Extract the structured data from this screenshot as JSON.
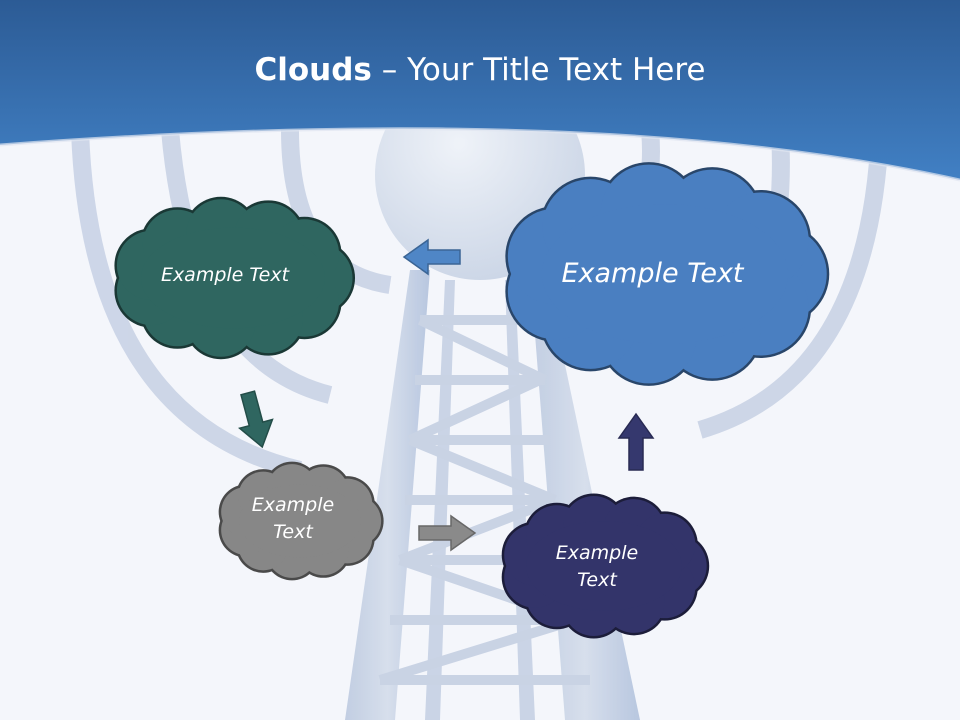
{
  "slide": {
    "title_bold": "Clouds",
    "title_dash": "–",
    "title_rest": "Your Title Text Here"
  },
  "clouds": [
    {
      "label": "Example Text",
      "color": "#2f6660"
    },
    {
      "label": "Example Text",
      "color": "#4a7fc1"
    },
    {
      "label_line1": "Example",
      "label_line2": "Text",
      "color": "#878787"
    },
    {
      "label_line1": "Example",
      "label_line2": "Text",
      "color": "#33346a"
    }
  ],
  "arrows": [
    {
      "icon": "arrow-left-icon",
      "color": "#4f86c6"
    },
    {
      "icon": "arrow-down-icon",
      "color": "#2f6660"
    },
    {
      "icon": "arrow-right-icon",
      "color": "#8a8a8a"
    },
    {
      "icon": "arrow-up-icon",
      "color": "#35386e"
    }
  ],
  "colors": {
    "header": "#3b73b2",
    "background": "#f4f6fb"
  }
}
